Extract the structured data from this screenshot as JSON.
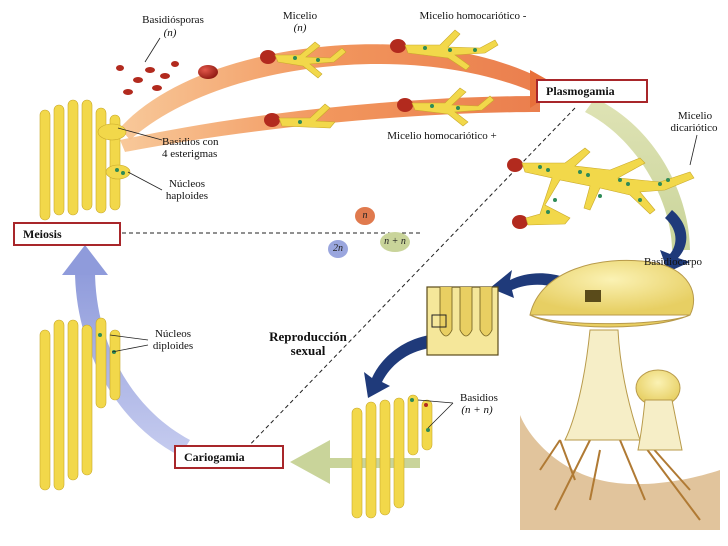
{
  "stages": {
    "meiosis": "Meiosis",
    "plasmogamia": "Plasmogamia",
    "cariogamia": "Cariogamia"
  },
  "labels": {
    "basidiosporas": "Basidiósporas",
    "basidiosporas_ploidy": "(n)",
    "micelio": "Micelio",
    "micelio_ploidy": "(n)",
    "micelio_homo_minus": "Micelio homocariótico -",
    "micelio_homo_plus": "Micelio homocariótico +",
    "basidios_4_line1": "Basidios con",
    "basidios_4_line2": "4 esterigmas",
    "nucleos_haploides_line1": "Núcleos",
    "nucleos_haploides_line2": "haploides",
    "micelio_dicariotico_line1": "Micelio",
    "micelio_dicariotico_line2": "dicariótico",
    "basidiocarpo": "Basidiocarpo",
    "reproduccion_line1": "Reproducción",
    "reproduccion_line2": "sexual",
    "nucleos_diploides_line1": "Núcleos",
    "nucleos_diploides_line2": "diploides",
    "basidios": "Basidios",
    "basidios_ploidy": "(n + n)"
  },
  "nuclei": {
    "n": "n",
    "two_n": "2n",
    "n_plus_n": "n + n"
  },
  "colors": {
    "stage_border": "#a8262a",
    "arrow_orange": "#f08a4b",
    "arrow_green": "#c9d49a",
    "arrow_blue": "#9aa6de",
    "spore_red": "#b22a1e",
    "hyphae_yellow": "#f2d84a",
    "nucleus_green": "#2e8b57",
    "navy_arrow": "#1f3a7a"
  }
}
